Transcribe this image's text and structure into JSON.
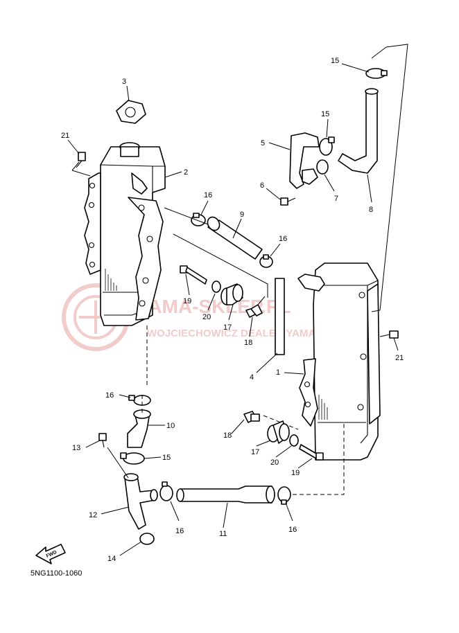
{
  "diagram_code": "5NG1100-1060",
  "watermark": {
    "line1": "MAMA-SKLEP.PL",
    "line2": "WOJCIECHOWICZ DEALER YAMAHA",
    "color": "#e8a0a0"
  },
  "fwd_label": "FWD",
  "callouts": {
    "c1": "1",
    "c2": "2",
    "c3": "3",
    "c4": "4",
    "c5": "5",
    "c6": "6",
    "c7": "7",
    "c8": "8",
    "c9": "9",
    "c10": "10",
    "c11": "11",
    "c12": "12",
    "c13": "13",
    "c14": "14",
    "c15a": "15",
    "c15b": "15",
    "c15c": "15",
    "c16a": "16",
    "c16b": "16",
    "c16c": "16",
    "c16d": "16",
    "c16e": "16",
    "c17a": "17",
    "c17b": "17",
    "c18a": "18",
    "c18b": "18",
    "c19a": "19",
    "c19b": "19",
    "c20a": "20",
    "c20b": "20",
    "c21a": "21",
    "c21b": "21"
  }
}
